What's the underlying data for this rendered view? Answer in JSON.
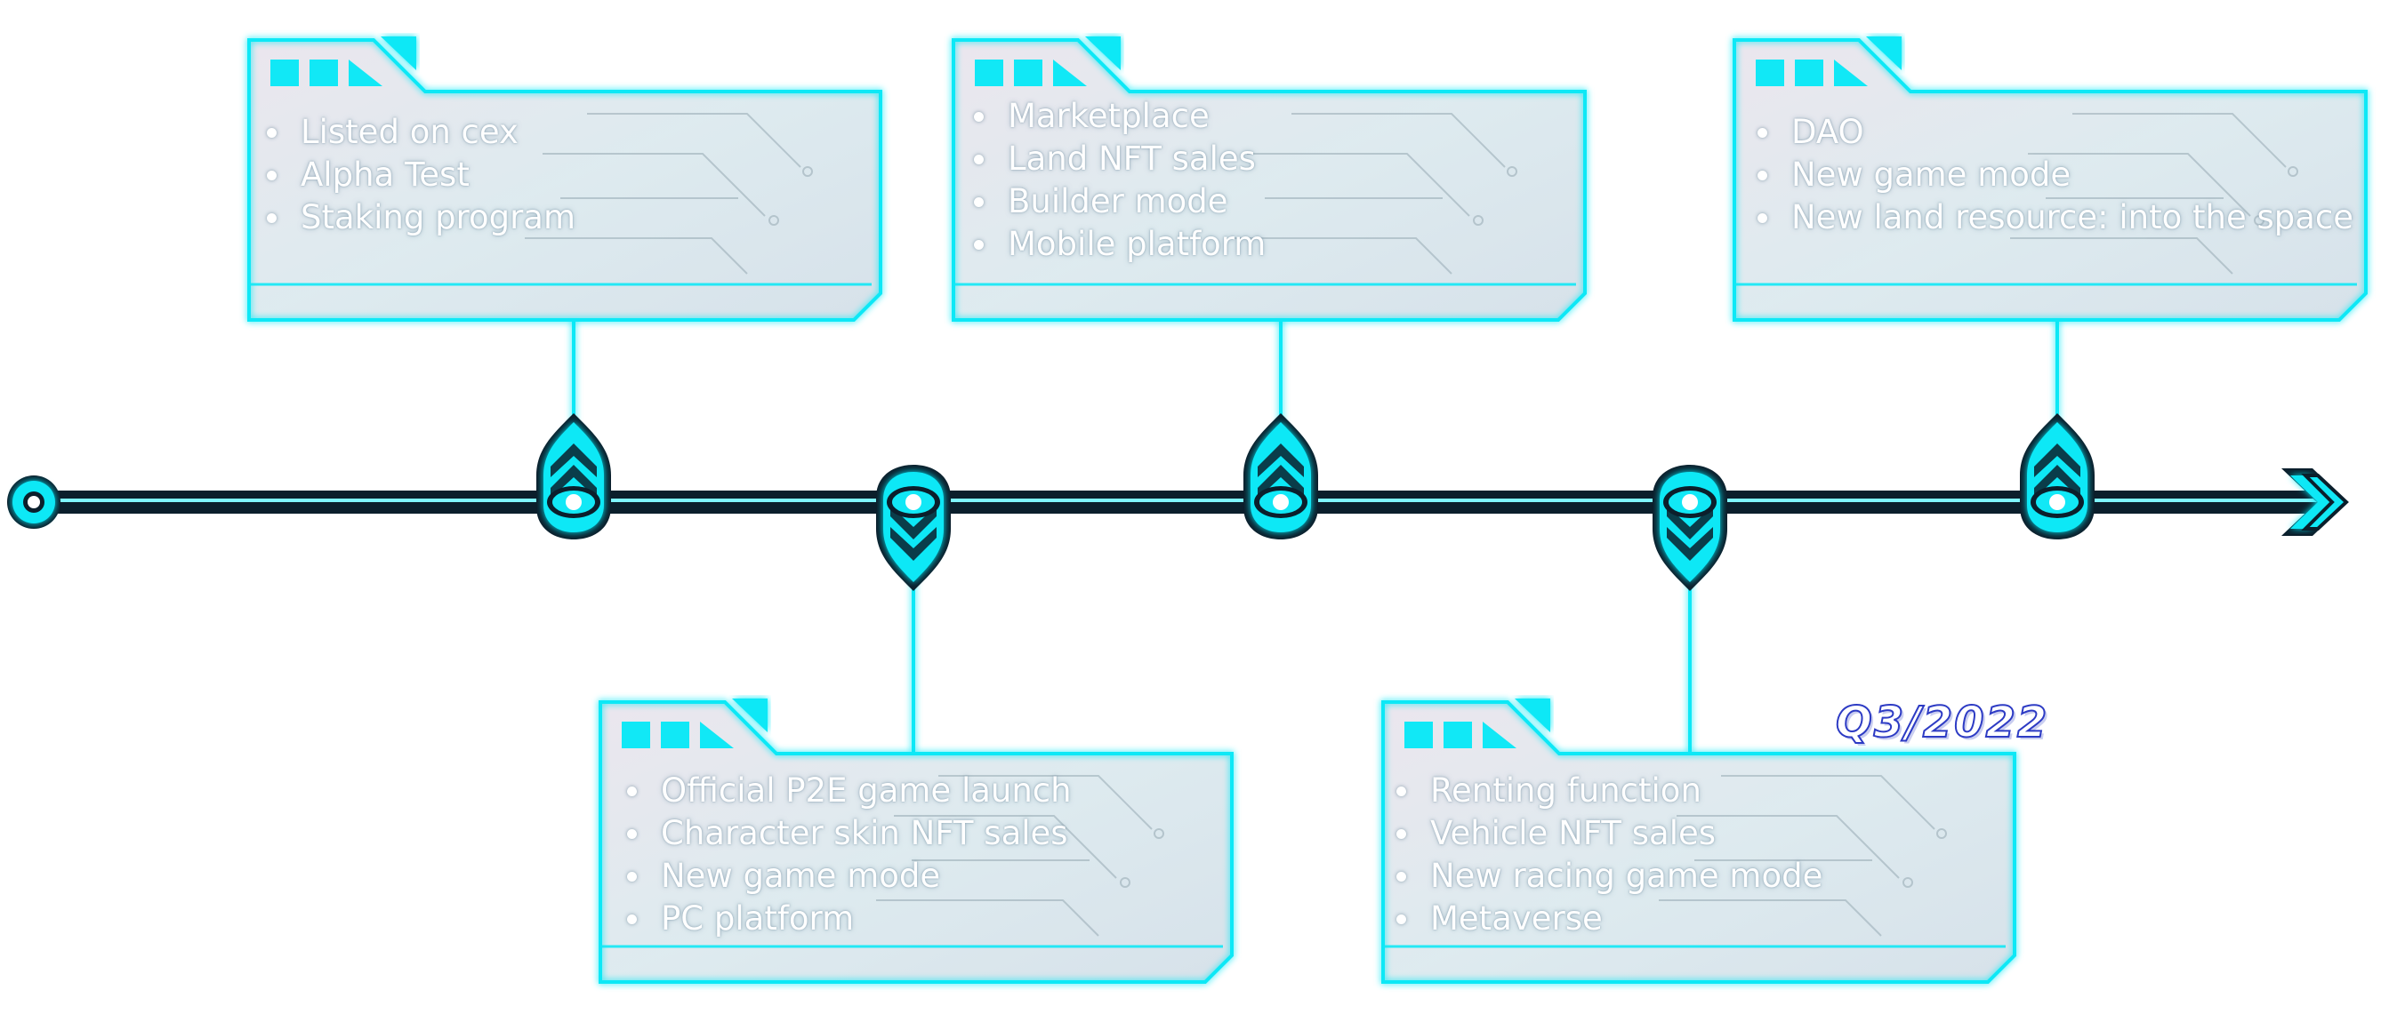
{
  "colors": {
    "neon": "#11e8f6",
    "neon_dark": "#0a6a78",
    "outline": "#0b1f2c",
    "card_fill": "#dfe8ec",
    "quarter_text": "#2d3bc4"
  },
  "roadmap": {
    "cards": [
      {
        "items": [
          "Listed on cex",
          "Alpha Test",
          "Staking program"
        ]
      },
      {
        "items": [
          "Official P2E game launch",
          "Character skin NFT sales",
          "New game mode",
          "PC platform"
        ]
      },
      {
        "items": [
          "Marketplace",
          "Land NFT sales",
          "Builder mode",
          "Mobile platform"
        ]
      },
      {
        "items": [
          "Renting function",
          "Vehicle NFT sales",
          "New racing game mode",
          "Metaverse"
        ],
        "quarter": "Q3/2022"
      },
      {
        "items": [
          "DAO",
          "New game mode",
          "New land resource: into the space"
        ]
      }
    ]
  }
}
